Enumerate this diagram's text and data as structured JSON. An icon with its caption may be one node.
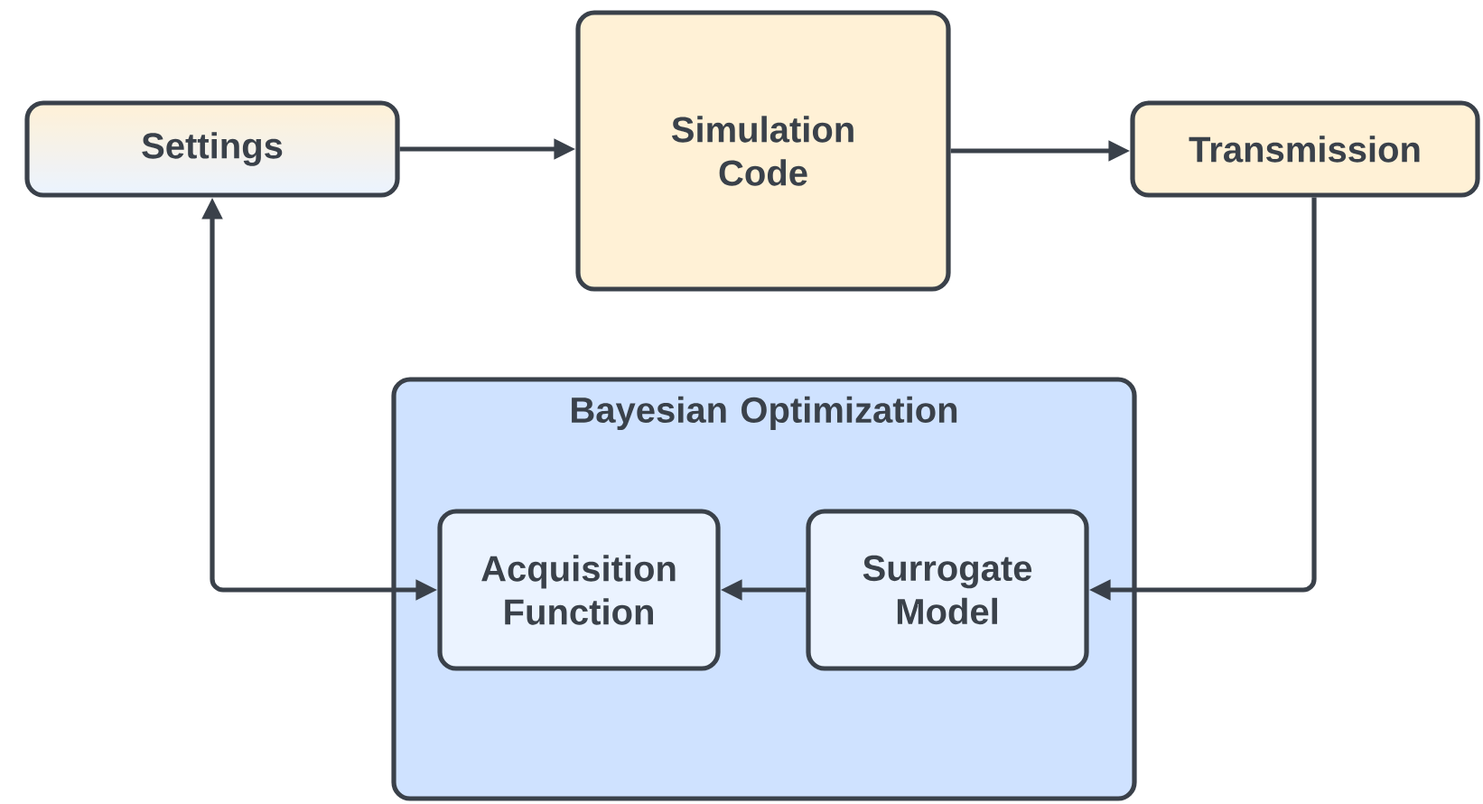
{
  "diagram": {
    "nodes": [
      {
        "text": [
          "Settings"
        ]
      },
      {
        "text": [
          "Simulation Code"
        ]
      },
      {
        "text": [
          "Transmission"
        ]
      },
      {
        "text": [
          "Bayesian Optimization"
        ]
      },
      {
        "text": [
          "Acquisition Function"
        ],
        "in": 3
      },
      {
        "text": [
          "Surrogate Model"
        ],
        "in": 3
      }
    ],
    "edges": [
      {
        "from": 0,
        "to": 1,
        "arrow": "to"
      },
      {
        "from": 1,
        "to": 2,
        "arrow": "to"
      },
      {
        "from": 2,
        "to": 5,
        "arrow": "to"
      },
      {
        "from": 5,
        "to": 4,
        "arrow": "to"
      },
      {
        "from": 4,
        "to": 0,
        "arrow": "both"
      }
    ]
  }
}
